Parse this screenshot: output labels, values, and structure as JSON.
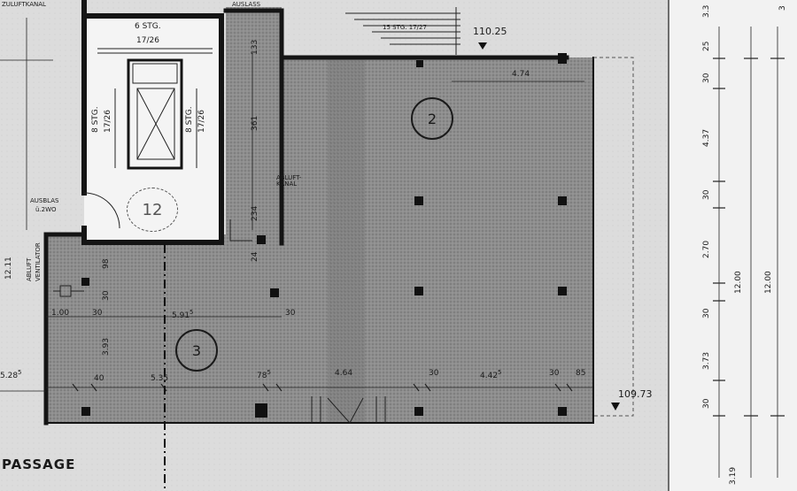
{
  "labels": {
    "zuluftkanal": "ZULUFTKANAL",
    "ausblas_top": "AUSLASS",
    "stair_6": "6 STG.",
    "stair_6_dim": "17/26",
    "stair_8_left": "8 STG.",
    "stair_8_left_dim": "17/26",
    "stair_8_right": "8 STG.",
    "stair_8_right_dim": "17/26",
    "stair_top": "15 STG.",
    "stair_top_dim": "17/27",
    "abluftkanal": "ABLUFT-KANAL",
    "ausblas_left_1": "AUSBLAS",
    "ausblas_left_2": "ü.2WO",
    "abluft_vent_1": "ABLUFT",
    "abluft_vent_2": "VENTILATOR",
    "passage": "PASSAGE"
  },
  "rooms": {
    "room_2": "2",
    "room_3": "3",
    "room_12": "12"
  },
  "elevations": {
    "top": "110.25",
    "right": "109.73"
  },
  "dimensions": {
    "d_474": "4.74",
    "d_133": "133",
    "d_361": "361",
    "d_234": "234",
    "d_24": "24",
    "d_1211": "12.11",
    "d_98": "98",
    "d_30a": "30",
    "d_100": "1.00",
    "d_30b": "30",
    "d_591": "5.91",
    "d_591_sup": "5",
    "d_30c": "30",
    "d_393": "3.93",
    "d_528": "5.28",
    "d_528_sup": "5",
    "d_40": "40",
    "d_535": "5.35",
    "d_78": "78",
    "d_78_sup": "5",
    "d_464": "4.64",
    "d_30d": "30",
    "d_442": "4.42",
    "d_442_sup": "5",
    "d_30e": "30",
    "d_85": "85",
    "r_25": "25",
    "r_30a": "30",
    "r_437": "4.37",
    "r_30b": "30",
    "r_270": "2.70",
    "r_30c": "30",
    "r_373": "3.73",
    "r_30d": "30",
    "r_1200a": "12.00",
    "r_1200b": "12.00",
    "r_33": "3.3",
    "r_3": "3",
    "r_319": "3.19"
  }
}
